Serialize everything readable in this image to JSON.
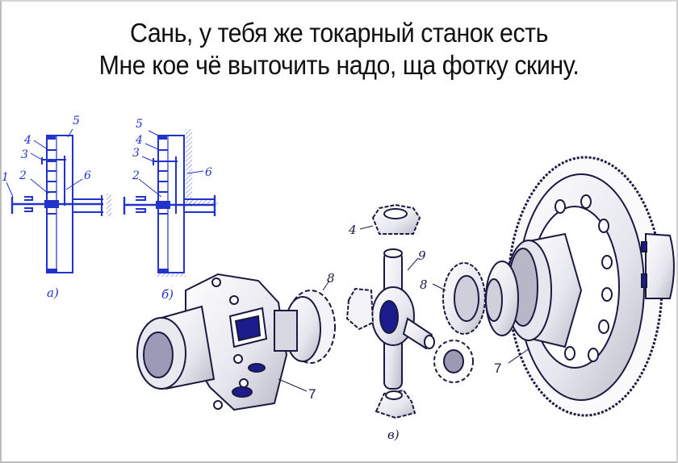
{
  "caption": {
    "line1": "Сань, у тебя же токарный станок есть",
    "line2": "Мне кое чё выточить надо, ща фотку скину."
  },
  "diagram": {
    "scheme_a": {
      "sublabel": "а)",
      "part_labels": [
        "1",
        "2",
        "3",
        "4",
        "5",
        "6"
      ]
    },
    "scheme_b": {
      "sublabel": "б)",
      "part_labels": [
        "2",
        "3",
        "4",
        "5",
        "6"
      ]
    },
    "exploded_view": {
      "sublabel": "в)",
      "part_labels": {
        "housing_left": "7",
        "side_gear_left": "8",
        "pinion_top": "4",
        "cross_spider": "9",
        "side_gear_right": "8",
        "housing_right_ring_gear": "7"
      }
    },
    "colors": {
      "scheme_ink": "#2233cc",
      "drawing_ink": "#1a1a40",
      "shadow_blue": "#1c1c8c",
      "background": "#ffffff"
    }
  }
}
